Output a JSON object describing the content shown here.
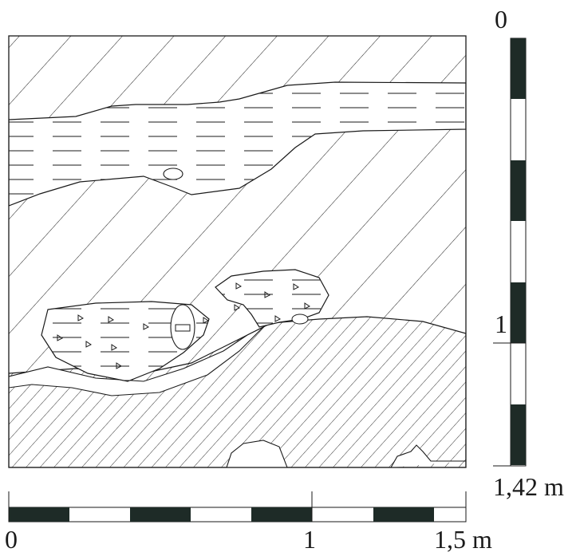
{
  "vertical_scale": {
    "top_label": "0",
    "mid_label": "1",
    "bottom_label": "1,42 m"
  },
  "horizontal_scale": {
    "left_label": "0",
    "mid_label": "1",
    "right_label": "1,5 m"
  },
  "colors": {
    "ink": "#1a1a1a",
    "scale_dark": "#1e2b27",
    "paper": "#ffffff"
  }
}
